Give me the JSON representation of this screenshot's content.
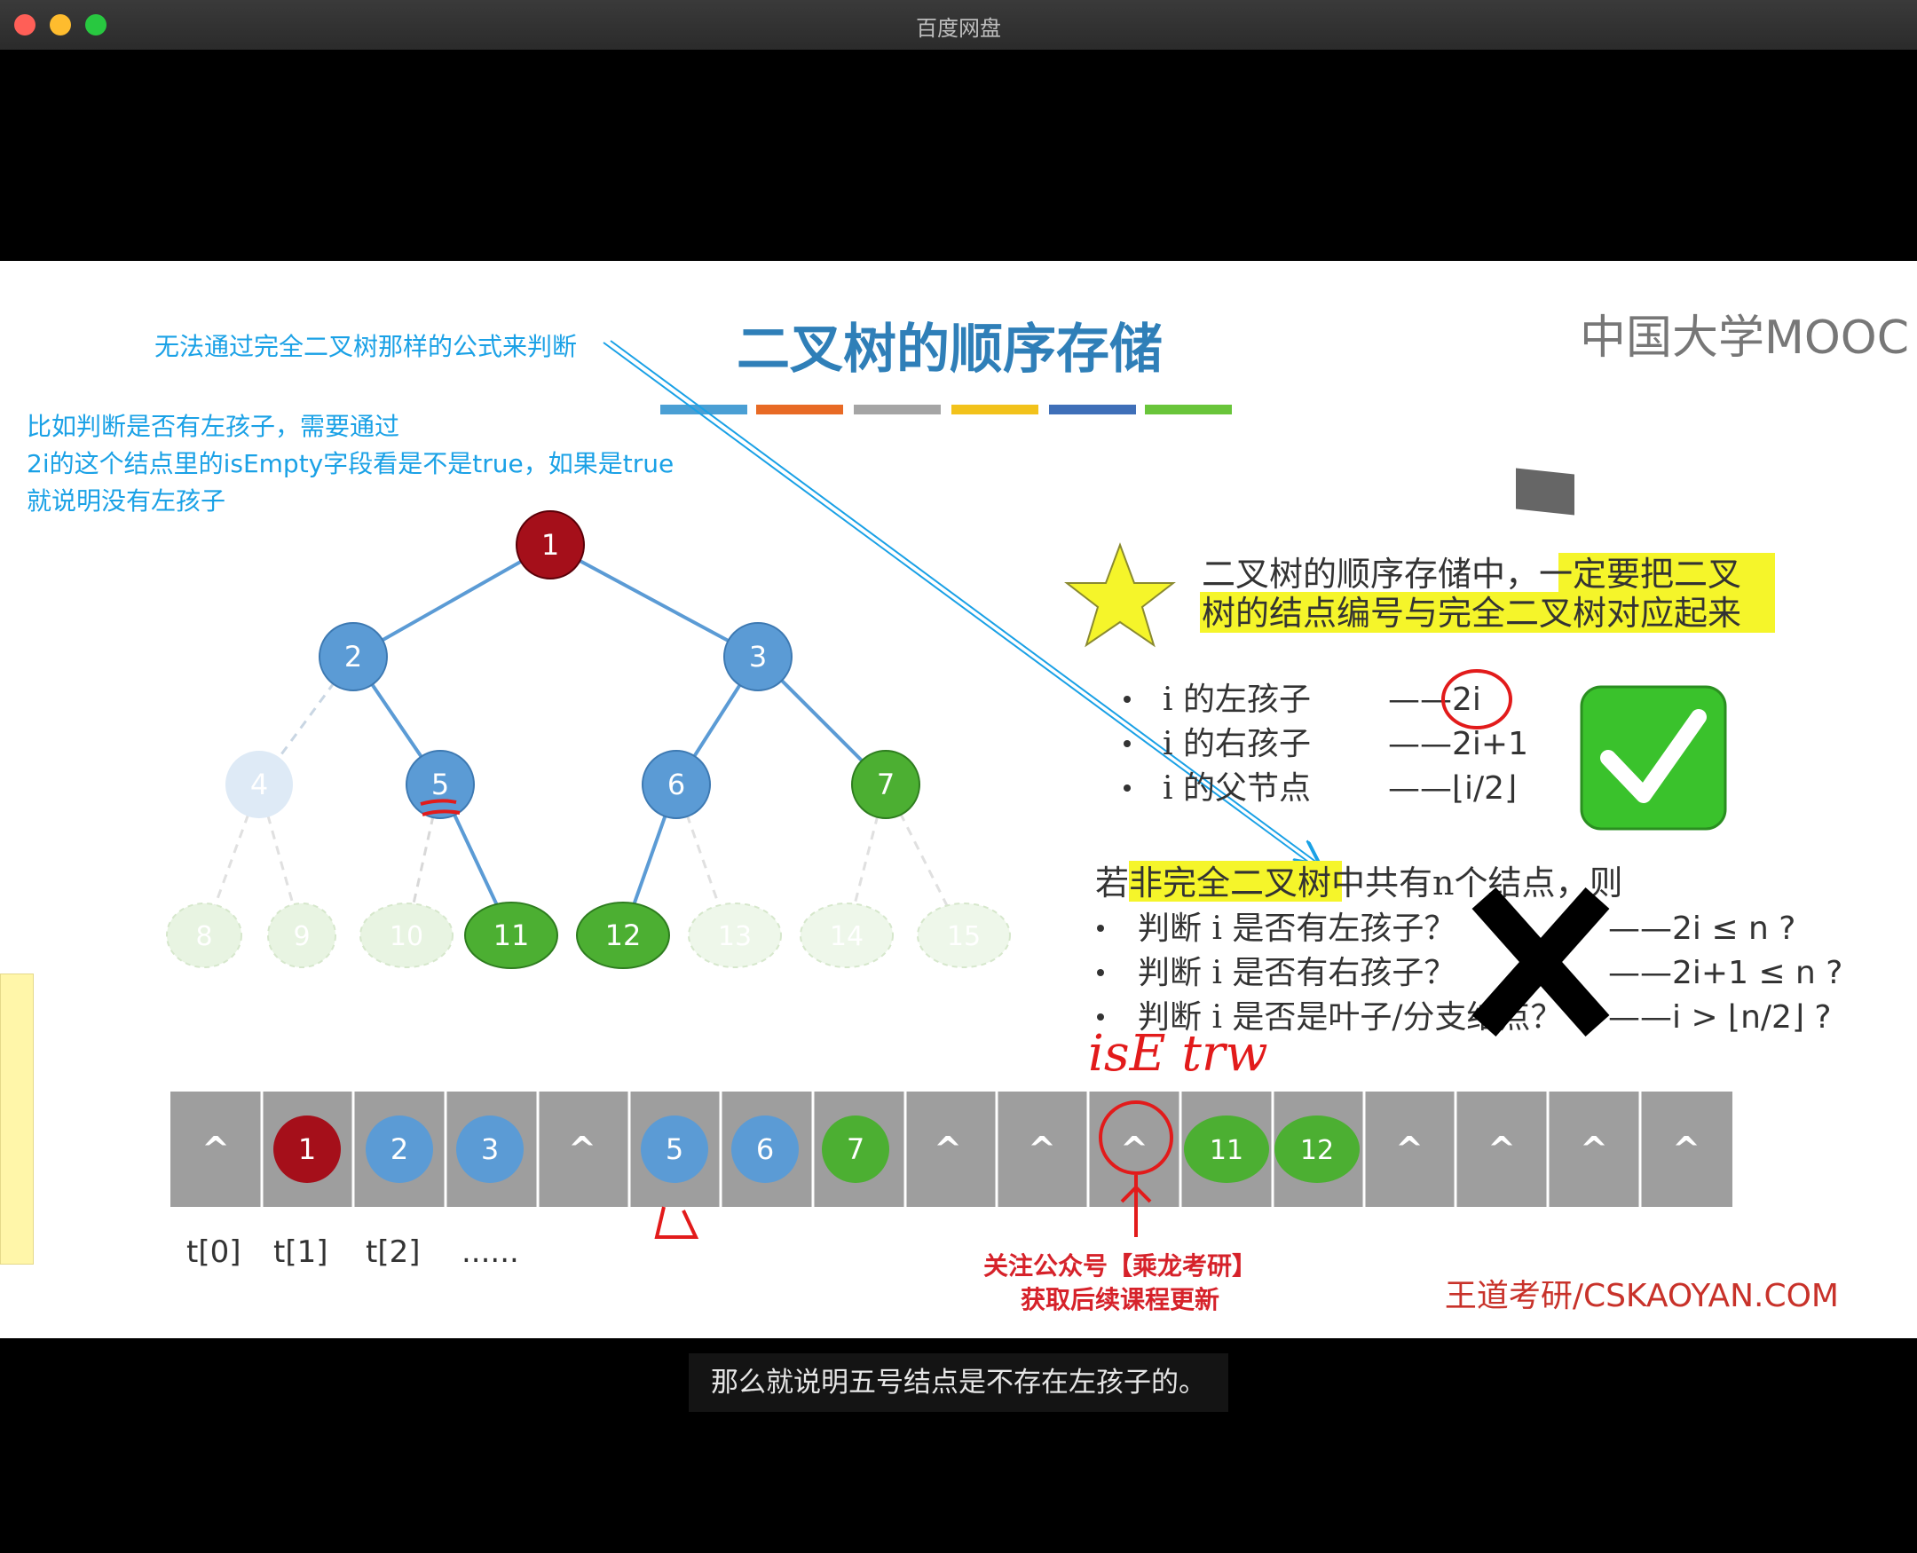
{
  "window": {
    "title": "百度网盘"
  },
  "slide": {
    "title": "二叉树的顺序存储",
    "logo": "中国大学MOOC",
    "footer": "王道考研/CSKAOYAN.COM",
    "promo": {
      "line1": "关注公众号【乘龙考研】",
      "line2": "获取后续课程更新"
    },
    "color_bars": [
      "#4a9fd4",
      "#e86a25",
      "#a5a5a5",
      "#f2c21b",
      "#3f6fb8",
      "#69c53a"
    ],
    "annotations": {
      "note1": "无法通过完全二叉树那样的公式来判断",
      "note2_line1": "比如判断是否有左孩子，需要通过",
      "note2_line2": "2i的这个结点里的isEmpty字段看是不是true，如果是true",
      "note2_line3": "就说明没有左孩子",
      "handwriting": "isE trw"
    },
    "tree": {
      "nodes": [
        "1",
        "2",
        "3",
        "4",
        "5",
        "6",
        "7",
        "8",
        "9",
        "10",
        "11",
        "12",
        "13",
        "14",
        "15"
      ]
    },
    "key_point": {
      "line1_a": "二叉树的顺序存储中，",
      "line1_b": "一定要把二叉",
      "line2": "树的结点编号与完全二叉树对应起来"
    },
    "rules": [
      {
        "label": "i 的左孩子",
        "value": "——2i"
      },
      {
        "label": "i 的右孩子",
        "value": "——2i+1"
      },
      {
        "label": "i 的父节点",
        "value": "——⌊i/2⌋"
      }
    ],
    "noncomplete": {
      "intro_a": "若",
      "intro_b": "非完全二叉树",
      "intro_c": "中共有n个结点，则",
      "questions": [
        {
          "label": "判断 i 是否有左孩子？",
          "value": "——2i ≤ n ?"
        },
        {
          "label": "判断 i 是否有右孩子？",
          "value": "——2i+1 ≤ n ?"
        },
        {
          "label": "判断 i 是否是叶子/分支结点？",
          "value": "——i > ⌊n/2⌋ ?"
        }
      ]
    },
    "array": {
      "cells": [
        "^",
        "1",
        "2",
        "3",
        "^",
        "5",
        "6",
        "7",
        "^",
        "^",
        "^",
        "11",
        "12",
        "^",
        "^",
        "^",
        "^"
      ],
      "index_labels": [
        "t[0]",
        "t[1]",
        "t[2]",
        "......"
      ]
    }
  },
  "subtitle": "那么就说明五号结点是不存在左孩子的。"
}
